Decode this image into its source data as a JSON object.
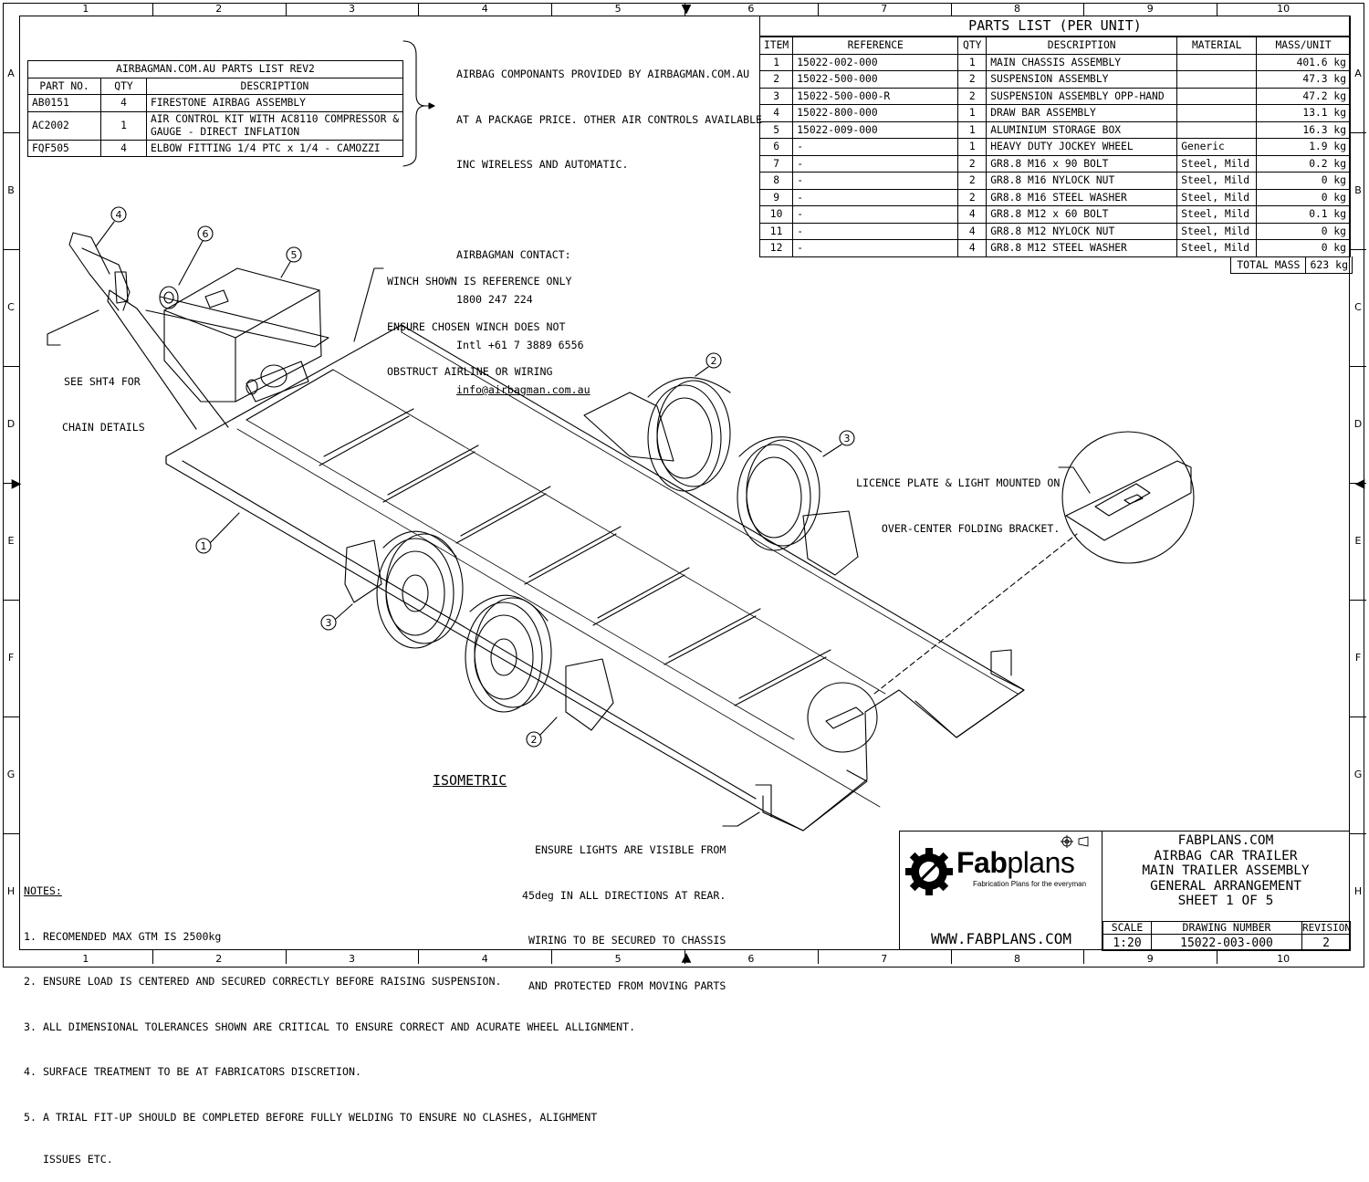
{
  "zones": {
    "columns": [
      "1",
      "2",
      "3",
      "4",
      "5",
      "6",
      "7",
      "8",
      "9",
      "10"
    ],
    "rows": [
      "A",
      "B",
      "C",
      "D",
      "E",
      "F",
      "G",
      "H"
    ]
  },
  "airbag_table": {
    "title": "AIRBAGMAN.COM.AU PARTS LIST REV2",
    "headers": [
      "PART NO.",
      "QTY",
      "DESCRIPTION"
    ],
    "rows": [
      {
        "part": "AB0151",
        "qty": "4",
        "desc": "FIRESTONE AIRBAG ASSEMBLY"
      },
      {
        "part": "AC2002",
        "qty": "1",
        "desc": "AIR CONTROL KIT WITH AC8110 COMPRESSOR &",
        "desc2": "GAUGE - DIRECT INFLATION"
      },
      {
        "part": "FQF505",
        "qty": "4",
        "desc": "ELBOW FITTING 1/4 PTC x 1/4 - CAMOZZI"
      }
    ]
  },
  "airbag_note": {
    "lines": [
      "AIRBAG COMPONANTS PROVIDED BY AIRBAGMAN.COM.AU",
      "AT A PACKAGE PRICE. OTHER AIR CONTROLS AVAILABLE",
      "INC WIRELESS AND AUTOMATIC."
    ],
    "contact_title": "AIRBAGMAN CONTACT:",
    "phone": "1800 247 224",
    "intl": "Intl +61 7 3889 6556",
    "email": "info@airbagman.com.au"
  },
  "parts_list": {
    "title": "PARTS LIST (PER UNIT)",
    "headers": [
      "ITEM",
      "REFERENCE",
      "QTY",
      "DESCRIPTION",
      "MATERIAL",
      "MASS/UNIT"
    ],
    "rows": [
      {
        "item": "1",
        "ref": "15022-002-000",
        "qty": "1",
        "desc": "MAIN CHASSIS ASSEMBLY",
        "mat": "",
        "mass": "401.6 kg"
      },
      {
        "item": "2",
        "ref": "15022-500-000",
        "qty": "2",
        "desc": "SUSPENSION ASSEMBLY",
        "mat": "",
        "mass": "47.3 kg"
      },
      {
        "item": "3",
        "ref": "15022-500-000-R",
        "qty": "2",
        "desc": "SUSPENSION ASSEMBLY OPP-HAND",
        "mat": "",
        "mass": "47.2 kg"
      },
      {
        "item": "4",
        "ref": "15022-800-000",
        "qty": "1",
        "desc": "DRAW BAR ASSEMBLY",
        "mat": "",
        "mass": "13.1 kg"
      },
      {
        "item": "5",
        "ref": "15022-009-000",
        "qty": "1",
        "desc": "ALUMINIUM STORAGE BOX",
        "mat": "",
        "mass": "16.3 kg"
      },
      {
        "item": "6",
        "ref": "-",
        "qty": "1",
        "desc": "HEAVY DUTY JOCKEY WHEEL",
        "mat": "Generic",
        "mass": "1.9 kg"
      },
      {
        "item": "7",
        "ref": "-",
        "qty": "2",
        "desc": "GR8.8 M16 x 90 BOLT",
        "mat": "Steel, Mild",
        "mass": "0.2 kg"
      },
      {
        "item": "8",
        "ref": "-",
        "qty": "2",
        "desc": "GR8.8 M16 NYLOCK NUT",
        "mat": "Steel, Mild",
        "mass": "0 kg"
      },
      {
        "item": "9",
        "ref": "-",
        "qty": "2",
        "desc": "GR8.8 M16 STEEL WASHER",
        "mat": "Steel, Mild",
        "mass": "0 kg"
      },
      {
        "item": "10",
        "ref": "-",
        "qty": "4",
        "desc": "GR8.8 M12 x 60 BOLT",
        "mat": "Steel, Mild",
        "mass": "0.1 kg"
      },
      {
        "item": "11",
        "ref": "-",
        "qty": "4",
        "desc": "GR8.8 M12 NYLOCK NUT",
        "mat": "Steel, Mild",
        "mass": "0 kg"
      },
      {
        "item": "12",
        "ref": "-",
        "qty": "4",
        "desc": "GR8.8 M12 STEEL WASHER",
        "mat": "Steel, Mild",
        "mass": "0 kg"
      }
    ],
    "total_label": "TOTAL MASS",
    "total_value": "623 kg"
  },
  "callouts": {
    "winch": [
      "WINCH SHOWN IS REFERENCE ONLY",
      "ENSURE CHOSEN WINCH DOES NOT",
      "OBSTRUCT AIRLINE OR WIRING"
    ],
    "chain": [
      "SEE SHT4 FOR",
      "CHAIN DETAILS"
    ],
    "licence": [
      "LICENCE PLATE & LIGHT MOUNTED ON",
      "OVER-CENTER FOLDING BRACKET."
    ],
    "lights": [
      "ENSURE LIGHTS ARE VISIBLE FROM",
      "45deg IN ALL DIRECTIONS AT REAR.",
      "WIRING TO BE SECURED TO CHASSIS",
      "AND PROTECTED FROM MOVING PARTS"
    ]
  },
  "balloons": [
    "4",
    "6",
    "5",
    "2",
    "3",
    "1",
    "3",
    "2"
  ],
  "view_label": "ISOMETRIC",
  "notes": {
    "title": "NOTES:",
    "items": [
      "1. RECOMENDED MAX GTM IS 2500kg",
      "2. ENSURE LOAD IS CENTERED AND SECURED CORRECTLY BEFORE RAISING SUSPENSION.",
      "3. ALL DIMENSIONAL TOLERANCES SHOWN ARE CRITICAL TO ENSURE CORRECT AND ACURATE WHEEL ALLIGNMENT.",
      "4. SURFACE TREATMENT TO BE AT FABRICATORS DISCRETION.",
      "5. A TRIAL FIT-UP SHOULD BE COMPLETED BEFORE FULLY WELDING TO ENSURE NO CLASHES, ALIGHMENT",
      "   ISSUES ETC."
    ]
  },
  "title_block": {
    "brand_a": "Fab",
    "brand_b": "plans",
    "tagline": "Fabrication Plans for the everyman",
    "website": "WWW.FABPLANS.COM",
    "title_lines": [
      "FABPLANS.COM",
      "AIRBAG CAR TRAILER",
      "MAIN TRAILER ASSEMBLY",
      "GENERAL ARRANGEMENT",
      "SHEET 1 OF 5"
    ],
    "scale_label": "SCALE",
    "scale": "1:20",
    "drawing_label": "DRAWING NUMBER",
    "drawing_number": "15022-003-000",
    "revision_label": "REVISION",
    "revision": "2"
  }
}
